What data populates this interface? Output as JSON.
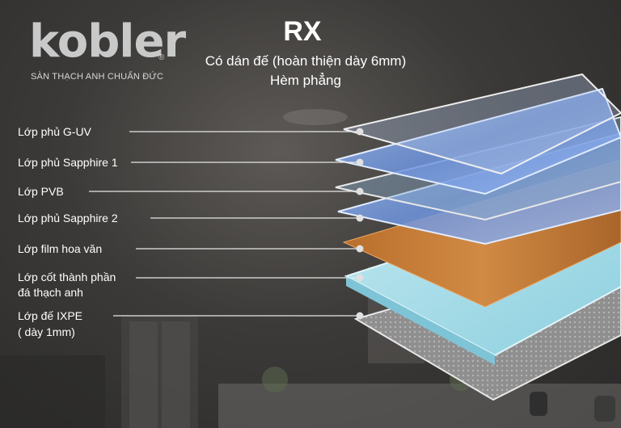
{
  "brand": {
    "logo": "kobler",
    "registered_mark": "®",
    "tagline": "SÀN THẠCH ANH CHUẨN ĐỨC"
  },
  "header": {
    "title": "RX",
    "subtitle": "Có dán đế (hoàn thiện dày 6mm)",
    "subtitle2": "Hèm phẳng"
  },
  "layers": [
    {
      "label": "Lớp phủ G-UV"
    },
    {
      "label": "Lớp phủ Sapphire 1"
    },
    {
      "label": "Lớp PVB"
    },
    {
      "label": "Lớp phủ Sapphire 2"
    },
    {
      "label": "Lớp film hoa văn"
    },
    {
      "label_line1": "Lớp cốt thành phần",
      "label_line2": "đá thạch anh"
    },
    {
      "label_line1": "Lớp đế IXPE",
      "label_line2": "( dày 1mm)"
    }
  ],
  "colors": {
    "text": "#ffffff",
    "logo": "#c9c9c9",
    "leader_line": "#e6e6e6",
    "sapphire": "#7fa6e6",
    "wood": "#c27a34",
    "core": "#9fd6e4",
    "ixpe": "#9a9a9a"
  }
}
